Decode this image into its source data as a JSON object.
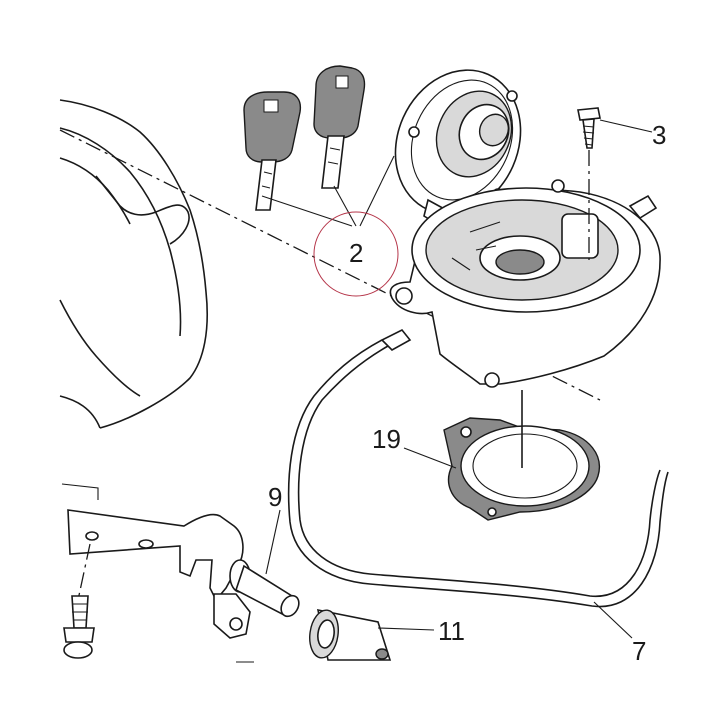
{
  "diagram": {
    "callouts": {
      "keys": "2",
      "screw": "3",
      "gasket": "19",
      "pin": "9",
      "sleeve": "11",
      "hose": "7"
    },
    "colors": {
      "line": "#1a1a1a",
      "key_fill": "#8a8a8a",
      "gasket_fill": "#8a8a8a",
      "highlight_circle": "#b5364a",
      "background": "#ffffff"
    }
  }
}
